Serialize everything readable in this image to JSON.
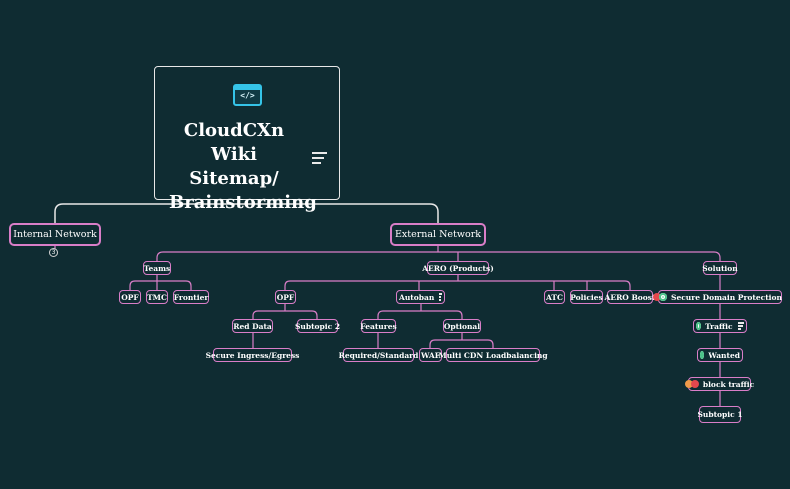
{
  "root": {
    "title_line1": "CloudCXn",
    "title_line2": "Wiki Sitemap/",
    "title_line3": "Brainstorming",
    "icon": "code-icon"
  },
  "branches": {
    "internal": {
      "label": "Internal Network",
      "collapsed_count": "3"
    },
    "external": {
      "label": "External Network"
    }
  },
  "teams": {
    "label": "Teams",
    "children": [
      "OPF",
      "TMC",
      "Frontier"
    ]
  },
  "aero": {
    "label": "AERO (Products)",
    "opf": {
      "label": "OPF",
      "red_data": "Red Data",
      "subtopic2": "Subtopic 2",
      "secure": "Secure Ingress/Egress"
    },
    "autoban": {
      "label": "Autoban",
      "features": "Features",
      "optional": "Optional",
      "required": "Required/Standard",
      "waf": "WAF",
      "multicdn": "Multi CDN Loadbalancing"
    },
    "atc": "ATC",
    "policies": "Policies",
    "boost": "AERO Boost"
  },
  "solution": {
    "label": "Solution",
    "sdp": "Secure Domain Protection",
    "traffic": "Traffic",
    "wanted": "Wanted",
    "block": "block traffic",
    "subtopic1": "Subtopic 1"
  },
  "colors": {
    "background": "#0f2c32",
    "branch_line": "#d97ec8",
    "root_border": "#e8e8e8",
    "icon_accent": "#35c4e8"
  }
}
